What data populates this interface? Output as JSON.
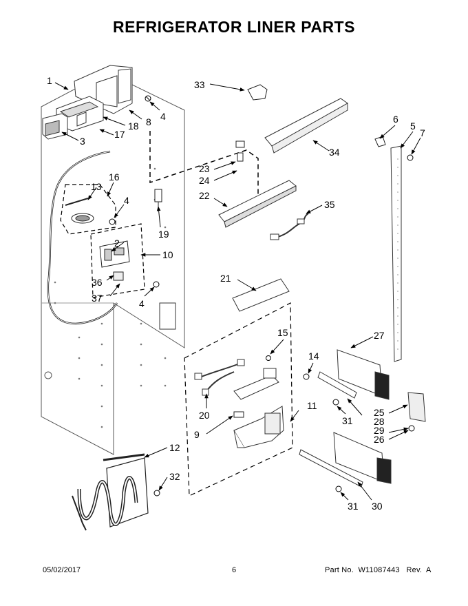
{
  "title": "REFRIGERATOR LINER PARTS",
  "callouts": [
    "1",
    "2",
    "3",
    "4",
    "4",
    "4",
    "5",
    "6",
    "7",
    "8",
    "9",
    "10",
    "11",
    "12",
    "13",
    "14",
    "15",
    "16",
    "17",
    "18",
    "19",
    "20",
    "21",
    "22",
    "23",
    "24",
    "25",
    "26",
    "27",
    "28",
    "29",
    "30",
    "31",
    "31",
    "32",
    "33",
    "34",
    "35",
    "36",
    "37"
  ],
  "footer": {
    "date": "05/02/2017",
    "page": "6",
    "part_no": "Part No.  W11087443   Rev.  A"
  }
}
